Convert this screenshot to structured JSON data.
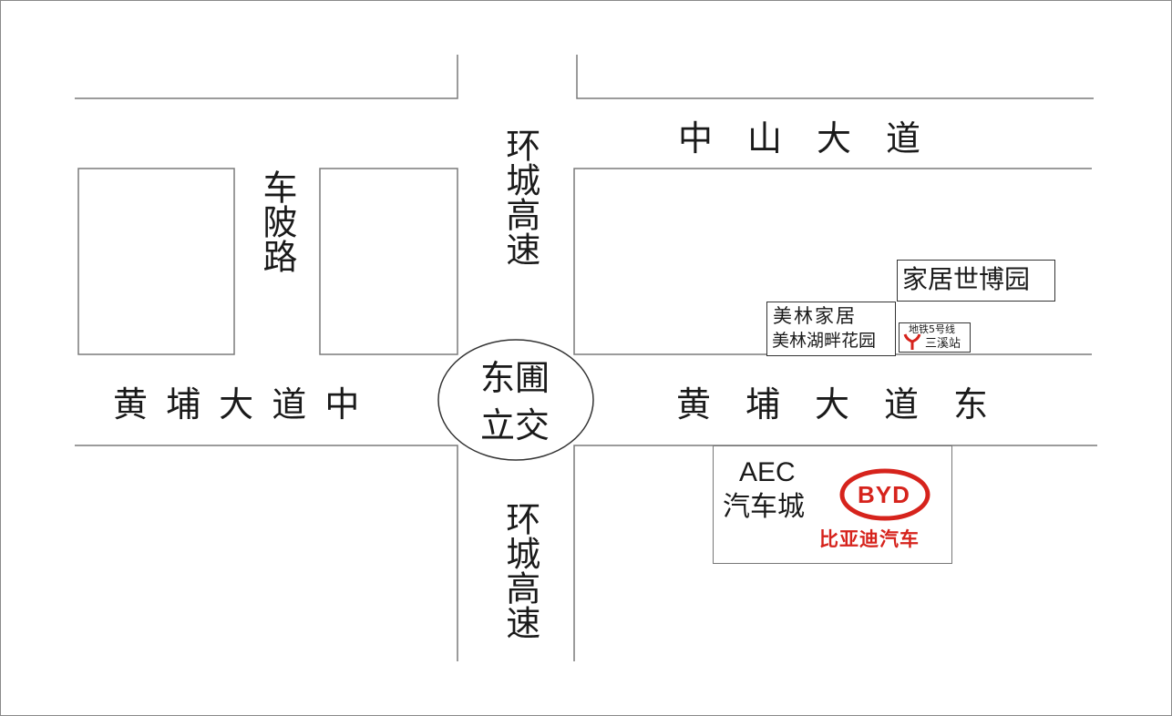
{
  "roads": {
    "zhongshan": "中　山　大　道",
    "chelinglu": "车陂路",
    "huancheng_top": "环城高速",
    "huancheng_bottom": "环城高速",
    "huangpu_mid": "黄 埔 大 道 中",
    "huangpu_east": "黄　埔　大　道　东"
  },
  "interchange": {
    "line1": "东圃",
    "line2": "立交"
  },
  "places": {
    "jiaju": "家居世博园",
    "meilin_line1": "美林家居",
    "meilin_line2": "美林湖畔花园",
    "metro_line": "地铁5号线",
    "metro_station": "三溪站",
    "aec_line1": "AEC",
    "aec_line2": "汽车城",
    "byd_logo": "BYD",
    "byd_slogan": "比亚迪汽车"
  },
  "colors": {
    "road_line": "#7a7a7a",
    "byd_red": "#d6231c",
    "text": "#1a1a1a"
  },
  "icons": [
    "metro-icon",
    "byd-logo-icon"
  ]
}
